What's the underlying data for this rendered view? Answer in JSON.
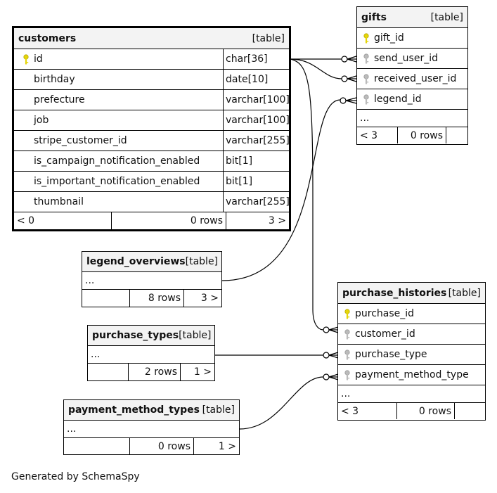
{
  "tables": {
    "customers": {
      "name": "customers",
      "kind": "[table]",
      "columns": [
        {
          "name": "id",
          "type": "char[36]",
          "key": "pk"
        },
        {
          "name": "birthday",
          "type": "date[10]",
          "key": ""
        },
        {
          "name": "prefecture",
          "type": "varchar[100]",
          "key": ""
        },
        {
          "name": "job",
          "type": "varchar[100]",
          "key": ""
        },
        {
          "name": "stripe_customer_id",
          "type": "varchar[255]",
          "key": ""
        },
        {
          "name": "is_campaign_notification_enabled",
          "type": "bit[1]",
          "key": ""
        },
        {
          "name": "is_important_notification_enabled",
          "type": "bit[1]",
          "key": ""
        },
        {
          "name": "thumbnail",
          "type": "varchar[255]",
          "key": ""
        }
      ],
      "footer": {
        "parents": "< 0",
        "rows": "0 rows",
        "children": "3 >"
      }
    },
    "gifts": {
      "name": "gifts",
      "kind": "[table]",
      "columns": [
        {
          "name": "gift_id",
          "key": "pk"
        },
        {
          "name": "send_user_id",
          "key": "fk"
        },
        {
          "name": "received_user_id",
          "key": "fk"
        },
        {
          "name": "legend_id",
          "key": "fk"
        }
      ],
      "ellipsis": "...",
      "footer": {
        "parents": "< 3",
        "rows": "0 rows",
        "children": ""
      }
    },
    "legend_overviews": {
      "name": "legend_overviews",
      "kind": "[table]",
      "ellipsis": "...",
      "footer": {
        "parents": "",
        "rows": "8 rows",
        "children": "3 >"
      }
    },
    "purchase_histories": {
      "name": "purchase_histories",
      "kind": "[table]",
      "columns": [
        {
          "name": "purchase_id",
          "key": "pk"
        },
        {
          "name": "customer_id",
          "key": "fk"
        },
        {
          "name": "purchase_type",
          "key": "fk"
        },
        {
          "name": "payment_method_type",
          "key": "fk"
        }
      ],
      "ellipsis": "...",
      "footer": {
        "parents": "< 3",
        "rows": "0 rows",
        "children": ""
      }
    },
    "purchase_types": {
      "name": "purchase_types",
      "kind": "[table]",
      "ellipsis": "...",
      "footer": {
        "parents": "",
        "rows": "2 rows",
        "children": "1 >"
      }
    },
    "payment_method_types": {
      "name": "payment_method_types",
      "kind": "[table]",
      "ellipsis": "...",
      "footer": {
        "parents": "",
        "rows": "0 rows",
        "children": "1 >"
      }
    }
  },
  "relationships": [
    {
      "from": "customers.id",
      "to": "gifts.send_user_id"
    },
    {
      "from": "customers.id",
      "to": "gifts.received_user_id"
    },
    {
      "from": "legend_overviews",
      "to": "gifts.legend_id"
    },
    {
      "from": "customers.id",
      "to": "purchase_histories.customer_id"
    },
    {
      "from": "purchase_types",
      "to": "purchase_histories.purchase_type"
    },
    {
      "from": "payment_method_types",
      "to": "purchase_histories.payment_method_type"
    }
  ],
  "colors": {
    "primary_key": "#e5d60a",
    "foreign_key": "#aaaaaa",
    "header_bg": "#f3f3f3",
    "line": "#000000"
  },
  "footer_text": "Generated by SchemaSpy"
}
